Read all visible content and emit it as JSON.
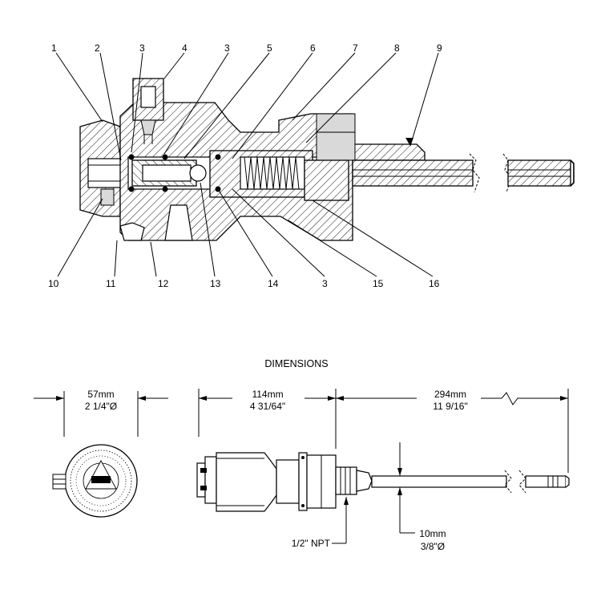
{
  "callouts_top": [
    "1",
    "2",
    "3",
    "4",
    "3",
    "5",
    "6",
    "7",
    "8",
    "9"
  ],
  "callouts_bottom": [
    "10",
    "11",
    "12",
    "13",
    "14",
    "3",
    "15",
    "16"
  ],
  "section_title": "DIMENSIONS",
  "dim_diameter": {
    "metric": "57mm",
    "imperial": "2 1/4\"Ø"
  },
  "dim_body": {
    "metric": "114mm",
    "imperial": "4 31/64\""
  },
  "dim_probe": {
    "metric": "294mm",
    "imperial": "11 9/16\""
  },
  "dim_thread": "1/2\" NPT",
  "dim_bulb": {
    "metric": "10mm",
    "imperial": "3/8\"Ø"
  }
}
